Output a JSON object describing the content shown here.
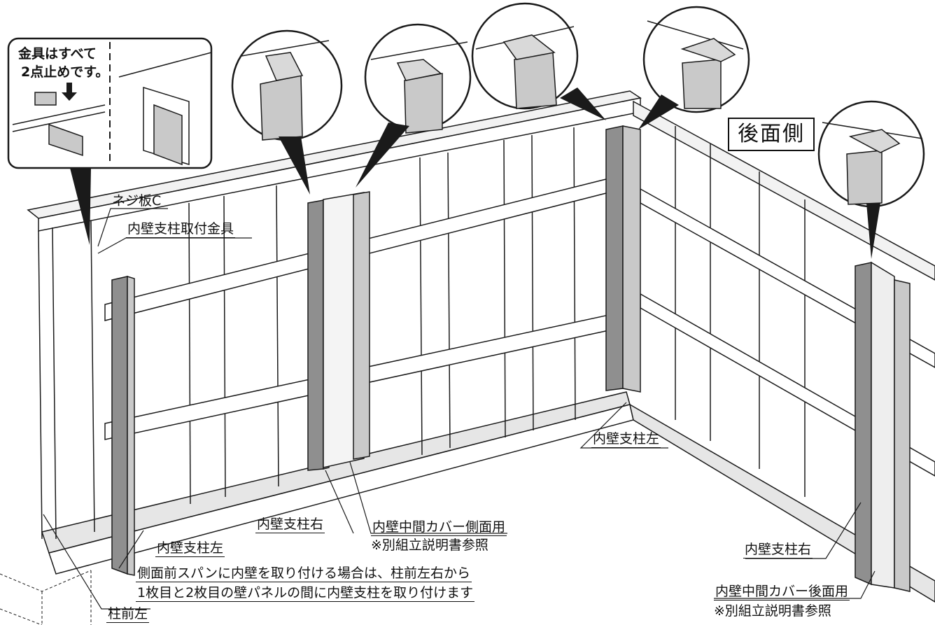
{
  "callout_note": {
    "line1": "金具はすべて",
    "line2": "2点止めです。"
  },
  "side_label": "後面側",
  "labels": {
    "screw_plate": "ネジ板C",
    "bracket": "内壁支柱取付金具",
    "post_right_front": "内壁支柱右",
    "cover_side": "内壁中間カバー側面用",
    "cover_side_note": "※別組立説明書参照",
    "post_left_front": "内壁支柱左",
    "post_left_rear": "内壁支柱左",
    "post_right_rear": "内壁支柱右",
    "cover_rear": "内壁中間カバー後面用",
    "cover_rear_note": "※別組立説明書参照",
    "instruction_line1": "側面前スパンに内壁を取り付ける場合は、柱前左右から",
    "instruction_line2": "1枚目と2枚目の壁パネルの間に内壁支柱を取り付けます",
    "corner_post": "柱前左"
  },
  "colors": {
    "line": "#1a1a1a",
    "metal": "#c9c9c9",
    "metal_dark": "#8f8f8f",
    "panel": "#ffffff",
    "sill": "#e6e6e6"
  }
}
